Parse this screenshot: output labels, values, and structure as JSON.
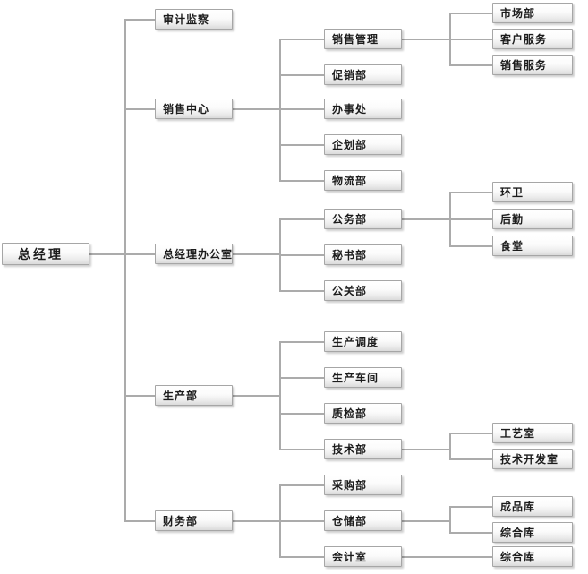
{
  "page": {
    "background": "#ffffff"
  },
  "diagram": {
    "type": "org-chart",
    "colors": {
      "line": "#ababab",
      "node_border": "#a6a6a6",
      "node_top": "#ffffff",
      "node_bottom": "#dadada",
      "text": "#1c1c1c"
    },
    "nodes": [
      {
        "id": "general-manager",
        "label": "总经理",
        "parent": null
      },
      {
        "id": "audit-supervision",
        "label": "审计监察",
        "parent": "general-manager"
      },
      {
        "id": "sales-center",
        "label": "销售中心",
        "parent": "general-manager"
      },
      {
        "id": "gm-office",
        "label": "总经理办公室",
        "parent": "general-manager"
      },
      {
        "id": "production-dept",
        "label": "生产部",
        "parent": "general-manager"
      },
      {
        "id": "finance-dept",
        "label": "财务部",
        "parent": "general-manager"
      },
      {
        "id": "sales-management",
        "label": "销售管理",
        "parent": "sales-center"
      },
      {
        "id": "promotion-dept",
        "label": "促销部",
        "parent": "sales-center"
      },
      {
        "id": "branch-office",
        "label": "办事处",
        "parent": "sales-center"
      },
      {
        "id": "planning-dept",
        "label": "企划部",
        "parent": "sales-center"
      },
      {
        "id": "logistics-dept",
        "label": "物流部",
        "parent": "sales-center"
      },
      {
        "id": "public-affairs-dept",
        "label": "公务部",
        "parent": "gm-office"
      },
      {
        "id": "secretary-dept",
        "label": "秘书部",
        "parent": "gm-office"
      },
      {
        "id": "pr-dept",
        "label": "公关部",
        "parent": "gm-office"
      },
      {
        "id": "production-scheduling",
        "label": "生产调度",
        "parent": "production-dept"
      },
      {
        "id": "production-workshop",
        "label": "生产车间",
        "parent": "production-dept"
      },
      {
        "id": "quality-inspection-dept",
        "label": "质检部",
        "parent": "production-dept"
      },
      {
        "id": "technology-dept",
        "label": "技术部",
        "parent": "production-dept"
      },
      {
        "id": "purchasing-dept",
        "label": "采购部",
        "parent": "finance-dept"
      },
      {
        "id": "warehousing-dept",
        "label": "仓储部",
        "parent": "finance-dept"
      },
      {
        "id": "accounting-office",
        "label": "会计室",
        "parent": "finance-dept"
      },
      {
        "id": "market-dept",
        "label": "市场部",
        "parent": "sales-management"
      },
      {
        "id": "customer-service",
        "label": "客户服务",
        "parent": "sales-management"
      },
      {
        "id": "sales-service",
        "label": "销售服务",
        "parent": "sales-management"
      },
      {
        "id": "sanitation",
        "label": "环卫",
        "parent": "public-affairs-dept"
      },
      {
        "id": "logistics-support",
        "label": "后勤",
        "parent": "public-affairs-dept"
      },
      {
        "id": "canteen",
        "label": "食堂",
        "parent": "public-affairs-dept"
      },
      {
        "id": "process-room",
        "label": "工艺室",
        "parent": "technology-dept"
      },
      {
        "id": "tech-development-room",
        "label": "技术开发室",
        "parent": "technology-dept"
      },
      {
        "id": "finished-goods-warehouse",
        "label": "成品库",
        "parent": "warehousing-dept"
      },
      {
        "id": "general-warehouse-1",
        "label": "综合库",
        "parent": "warehousing-dept"
      },
      {
        "id": "general-warehouse-2",
        "label": "综合库",
        "parent": "accounting-office"
      }
    ]
  }
}
